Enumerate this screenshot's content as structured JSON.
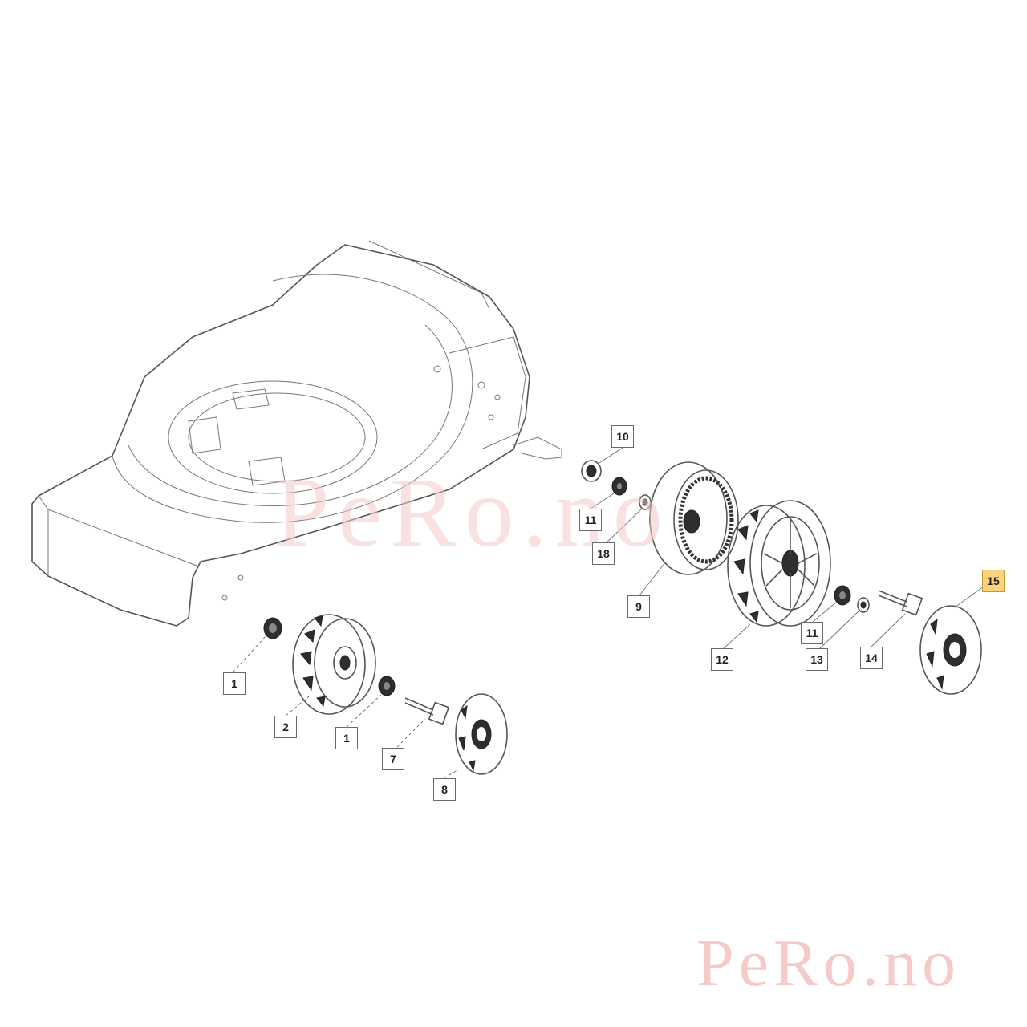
{
  "watermark": {
    "center_text": "PeRo.no",
    "corner_text": "PeRo.no"
  },
  "callouts": [
    {
      "id": "c10",
      "label": "10"
    },
    {
      "id": "c11a",
      "label": "11"
    },
    {
      "id": "c18",
      "label": "18"
    },
    {
      "id": "c9",
      "label": "9"
    },
    {
      "id": "c12",
      "label": "12"
    },
    {
      "id": "c11b",
      "label": "11"
    },
    {
      "id": "c13",
      "label": "13"
    },
    {
      "id": "c14",
      "label": "14"
    },
    {
      "id": "c15",
      "label": "15",
      "highlighted": true
    },
    {
      "id": "c1a",
      "label": "1"
    },
    {
      "id": "c2",
      "label": "2"
    },
    {
      "id": "c1b",
      "label": "1"
    },
    {
      "id": "c7",
      "label": "7"
    },
    {
      "id": "c8",
      "label": "8"
    }
  ],
  "colors": {
    "highlight": "#fbd37a",
    "line": "#555555",
    "watermark": "#f5c9c9"
  }
}
